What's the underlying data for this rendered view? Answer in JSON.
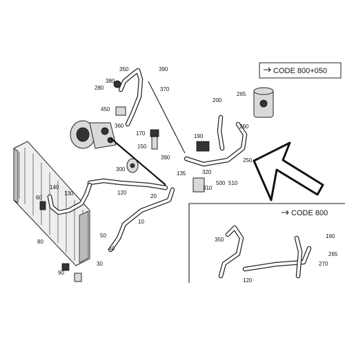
{
  "codes": {
    "main": "CODE 800+050",
    "inset": "CODE 800"
  },
  "labels": {
    "p350": "350",
    "p390": "390",
    "p380": "380",
    "p370": "370",
    "p280": "280",
    "p450": "450",
    "p360": "360",
    "p170": "170",
    "p150": "150",
    "p190": "190",
    "p200": "200",
    "p265": "265",
    "p260": "260",
    "p250": "250",
    "p390b": "390",
    "p135": "135",
    "p320": "320",
    "p310": "310",
    "p500": "500",
    "p510": "510",
    "p300": "300",
    "p120": "120",
    "p20": "20",
    "p10": "10",
    "p140": "140",
    "p80": "80",
    "p130": "130",
    "p50": "50",
    "p60": "60",
    "p30": "30",
    "p40": "40",
    "p90": "90",
    "inset_350": "350",
    "inset_120": "120",
    "inset_160": "160",
    "inset_265": "265",
    "inset_270": "270"
  },
  "icons": [
    "arrow-icon"
  ]
}
